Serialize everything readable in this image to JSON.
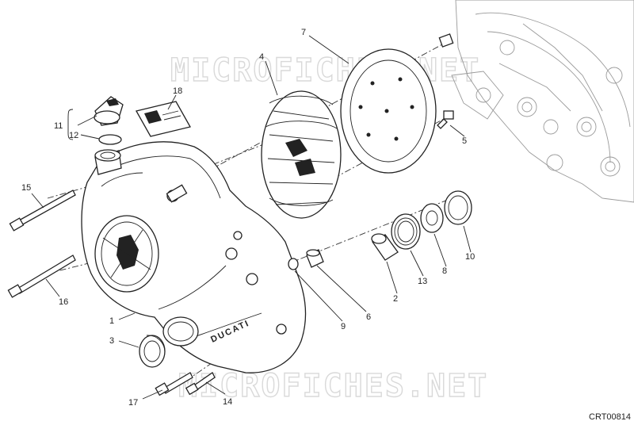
{
  "diagram": {
    "drawing_code": "CRT00814",
    "watermark": "MICROFICHES.NET",
    "callouts": [
      "1",
      "2",
      "3",
      "4",
      "5",
      "6",
      "7",
      "8",
      "9",
      "10",
      "11",
      "12",
      "13",
      "14",
      "15",
      "16",
      "17",
      "18"
    ],
    "decal_lettering": "DUCATI"
  }
}
